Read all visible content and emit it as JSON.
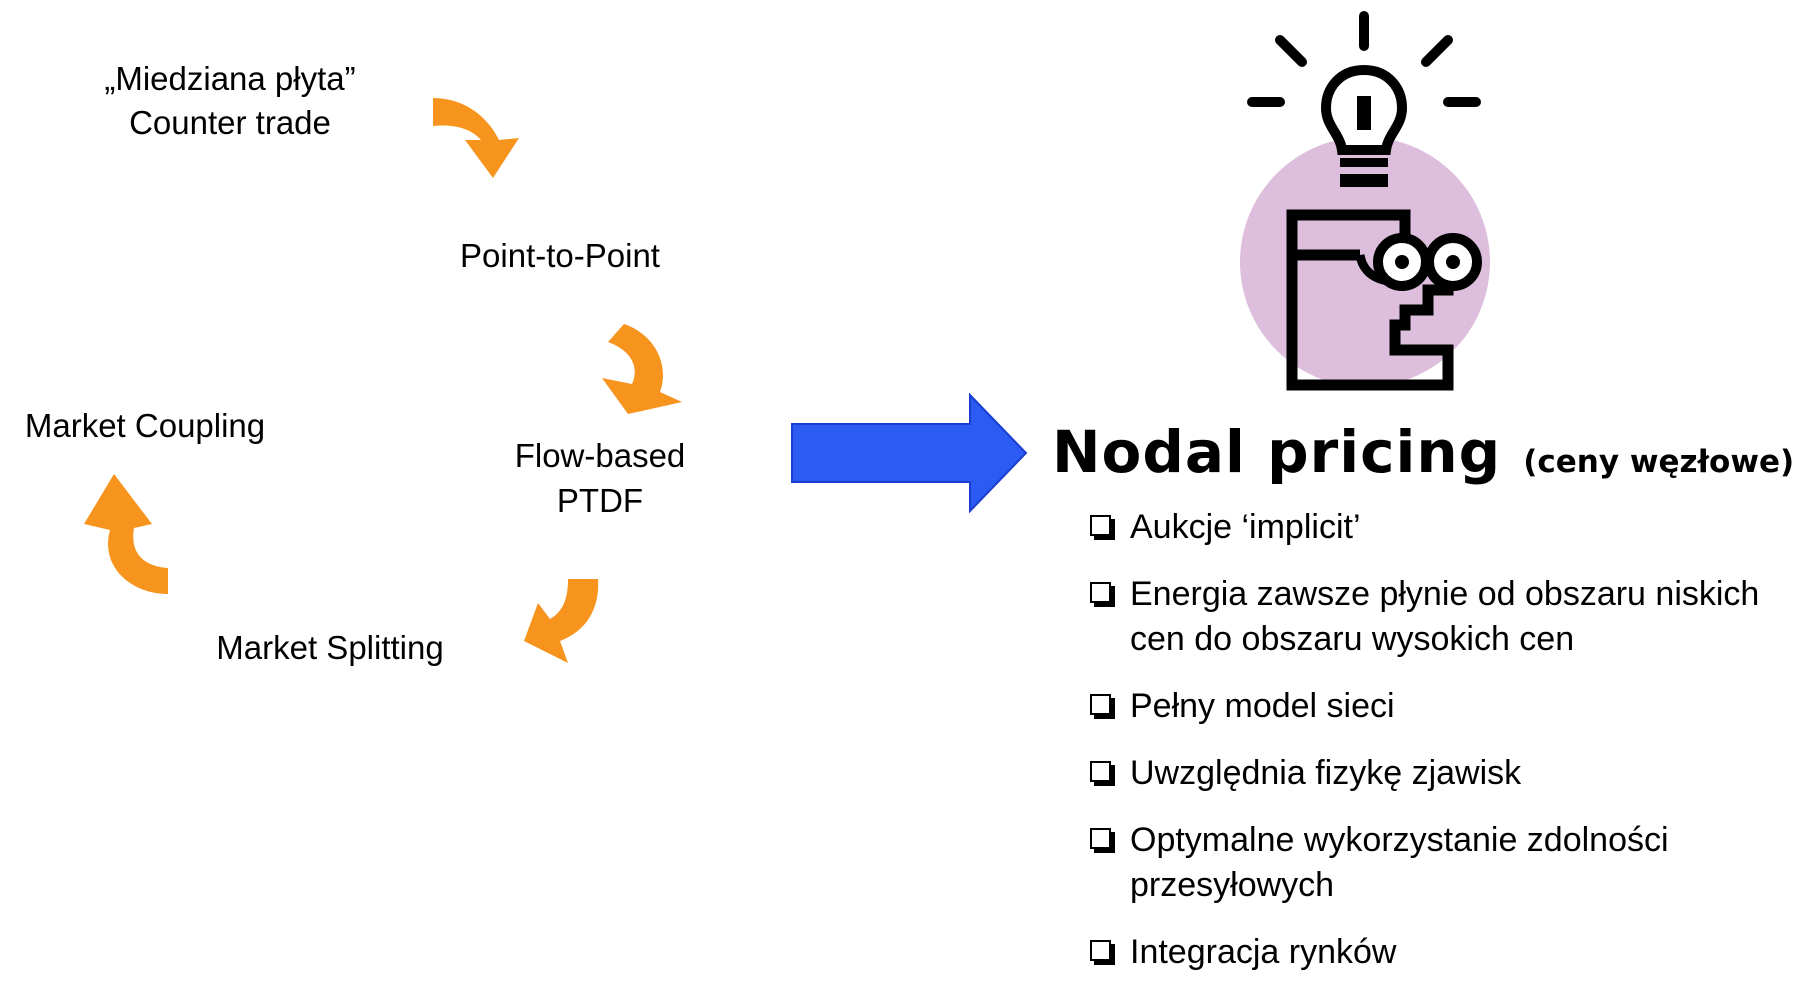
{
  "diagram": {
    "cycle_labels": {
      "copper_plate": "„Miedziana płyta”",
      "counter_trade": "Counter trade",
      "point_to_point": "Point-to-Point",
      "flow_based": "Flow-based",
      "ptdf": "PTDF",
      "market_splitting": "Market Splitting",
      "market_coupling": "Market Coupling"
    },
    "colors": {
      "curved_arrow": "#F7941D",
      "big_arrow_fill": "#2B5BF2",
      "big_arrow_stroke": "#1A3FD0",
      "head_circle": "#DDBEDD",
      "icon_ink": "#000000"
    },
    "icon": "idea-thinker-lightbulb-icon"
  },
  "nodal": {
    "title": "Nodal pricing",
    "subtitle": "(ceny węzłowe)",
    "bullets": [
      "Aukcje ‘implicit’",
      "Energia zawsze płynie od obszaru niskich cen do obszaru wysokich cen",
      "Pełny model sieci",
      "Uwzględnia fizykę zjawisk",
      "Optymalne wykorzystanie zdolności przesyłowych",
      "Integracja rynków"
    ]
  }
}
